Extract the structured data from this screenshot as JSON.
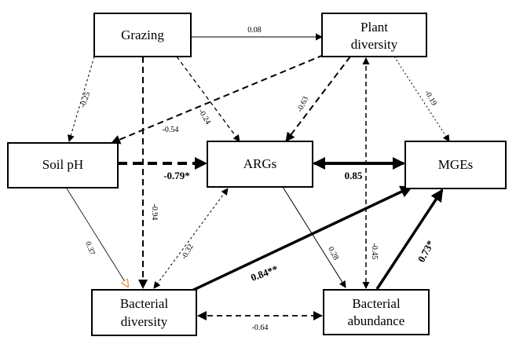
{
  "nodes": {
    "grazing": {
      "label": "Grazing"
    },
    "plant_diversity": {
      "line1": "Plant",
      "line2": "diversity"
    },
    "soil_ph": {
      "label": "Soil pH"
    },
    "args": {
      "label": "ARGs"
    },
    "mges": {
      "label": "MGEs"
    },
    "bacterial_diversity": {
      "line1": "Bacterial",
      "line2": "diversity"
    },
    "bacterial_abundance": {
      "line1": "Bacterial",
      "line2": "abundance"
    }
  },
  "paths": {
    "grazing_plant": "0.08",
    "grazing_soil": "-0.25",
    "grazing_args": "-0.24",
    "grazing_bdiv": "-0.94",
    "plant_soil": "-0.54",
    "plant_args": "-0.63",
    "plant_mges": "-0.19",
    "plant_babund": "-0.45",
    "soil_args": "-0.79*",
    "soil_bdiv": "0.37",
    "args_mges": "0.85",
    "args_babund": "0.28",
    "bdiv_args": "-0.32",
    "bdiv_mges": "0.84**",
    "bdiv_babund": "-0.64",
    "babund_mges": "0.73*"
  }
}
